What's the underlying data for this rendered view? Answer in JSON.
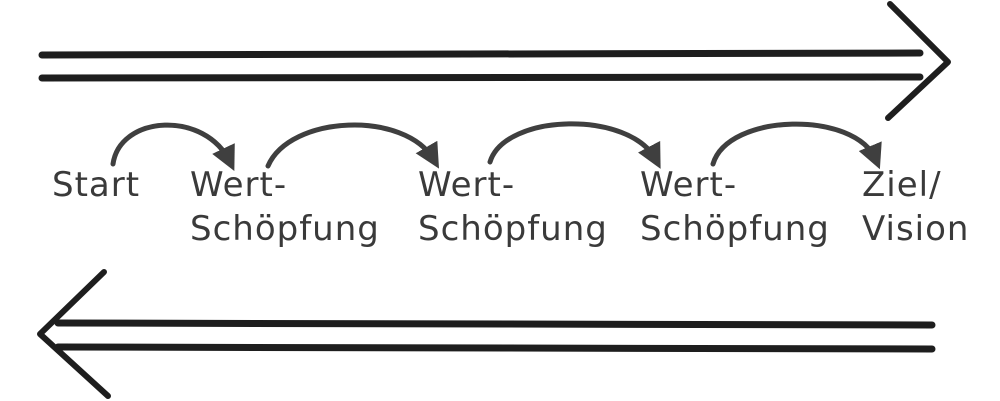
{
  "colors": {
    "ink": "#1e1e1e",
    "arc": "#3f3f3f",
    "text": "#3a3a3a",
    "background": "#ffffff"
  },
  "top_arrow": {
    "direction": "right",
    "icon": "double-arrow-right-icon"
  },
  "bottom_arrow": {
    "direction": "left",
    "icon": "double-arrow-left-icon"
  },
  "steps": [
    {
      "line1": "Start",
      "line2": ""
    },
    {
      "line1": "Wert-",
      "line2": "Schöpfung"
    },
    {
      "line1": "Wert-",
      "line2": "Schöpfung"
    },
    {
      "line1": "Wert-",
      "line2": "Schöpfung"
    },
    {
      "line1": "Ziel/",
      "line2": "Vision"
    }
  ]
}
